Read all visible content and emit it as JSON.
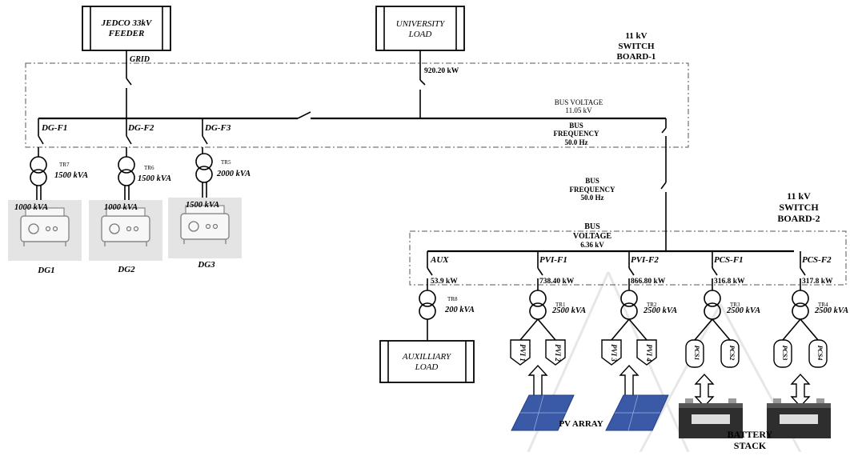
{
  "colors": {
    "line": "#000000",
    "panel": "#e4e4e4",
    "solar": "#3a5aa8",
    "battery": "#2e2e2e",
    "watermark": "#d9d9d9"
  },
  "sources": {
    "feeder": {
      "line1": "JEDCO 33kV",
      "line2": "FEEDER"
    },
    "grid_label": "GRID",
    "university": {
      "line1": "UNIVERSITY",
      "line2": "LOAD",
      "power": "920.20 kW"
    }
  },
  "switchboard1": {
    "title1": "11 kV",
    "title2": "SWITCH",
    "title3": "BOARD-1",
    "bus_voltage_label": "BUS VOLTAGE",
    "bus_voltage": "11.05 kV",
    "bus_freq_label1": "BUS",
    "bus_freq_label2": "FREQUENCY",
    "bus_freq": "50.0 Hz",
    "feeders": [
      {
        "name": "DG-F1",
        "tr": "TR7",
        "rating": "1500 kVA",
        "gen_rating": "1000 kVA",
        "gen": "DG1"
      },
      {
        "name": "DG-F2",
        "tr": "TR6",
        "rating": "1500 kVA",
        "gen_rating": "1000 kVA",
        "gen": "DG2"
      },
      {
        "name": "DG-F3",
        "tr": "TR5",
        "rating": "2000 kVA",
        "gen_rating": "1500 kVA",
        "gen": "DG3"
      }
    ]
  },
  "tie": {
    "freq_label1": "BUS",
    "freq_label2": "FREQUENCY",
    "freq": "50.0 Hz"
  },
  "switchboard2": {
    "title1": "11 kV",
    "title2": "SWITCH",
    "title3": "BOARD-2",
    "bus_label1": "BUS",
    "bus_label2": "VOLTAGE",
    "bus_voltage": "6.36 kV",
    "feeders": [
      {
        "name": "AUX",
        "power": "53.9 kW",
        "tr": "TR8",
        "rating": "200 kVA"
      },
      {
        "name": "PVI-F1",
        "power": "738.40 kW",
        "tr": "TR1",
        "rating": "2500 kVA",
        "inv": [
          "PVI 1",
          "PVI 2"
        ]
      },
      {
        "name": "PVI-F2",
        "power": "866.80 kW",
        "tr": "TR2",
        "rating": "2500 kVA",
        "inv": [
          "PVI 3",
          "PVI 4"
        ]
      },
      {
        "name": "PCS-F1",
        "power": "316.8 kW",
        "tr": "TR3",
        "rating": "2500 kVA",
        "inv": [
          "PCS1",
          "PCS2"
        ]
      },
      {
        "name": "PCS-F2",
        "power": "317.8 kW",
        "tr": "TR4",
        "rating": "2500 kVA",
        "inv": [
          "PCS3",
          "PCS4"
        ]
      }
    ],
    "aux_load": {
      "line1": "AUXILLIARY",
      "line2": "LOAD"
    },
    "pv_array": "PV ARRAY",
    "battery1": "BATTERY",
    "battery2": "STACK"
  }
}
